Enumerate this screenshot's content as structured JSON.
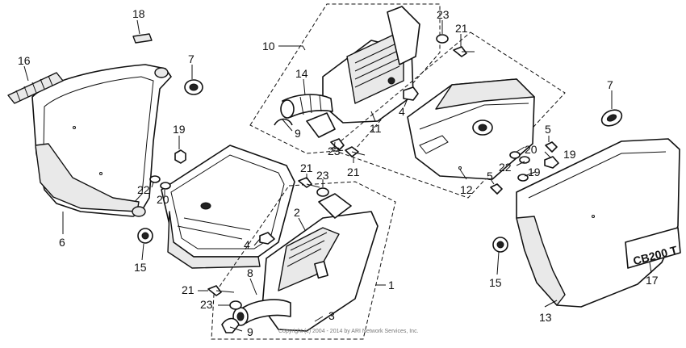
{
  "labels": {
    "l18": "18",
    "l16": "16",
    "l7a": "7",
    "l10": "10",
    "l23a": "23",
    "l21a": "21",
    "l14": "14",
    "l9a": "9",
    "l11": "11",
    "l4a": "4",
    "l7b": "7",
    "l19a": "19",
    "l22a": "22",
    "l20a": "20",
    "l23b": "23",
    "l21b": "21",
    "l21c": "21",
    "l23c": "23",
    "l5a": "5",
    "l20b": "20",
    "l22b": "22",
    "l19b": "19",
    "l19c": "19",
    "l12": "12",
    "l5b": "5",
    "l6": "6",
    "l15a": "15",
    "l2": "2",
    "l4b": "4",
    "l8": "8",
    "l1": "1",
    "l21d": "21",
    "l23d": "23",
    "l3": "3",
    "l9b": "9",
    "l15b": "15",
    "l13": "13",
    "l17": "17"
  },
  "copyright": "Copyright (c) 2004 - 2014 by ARI Network Services, Inc.",
  "emblem_text": "CB200 T"
}
